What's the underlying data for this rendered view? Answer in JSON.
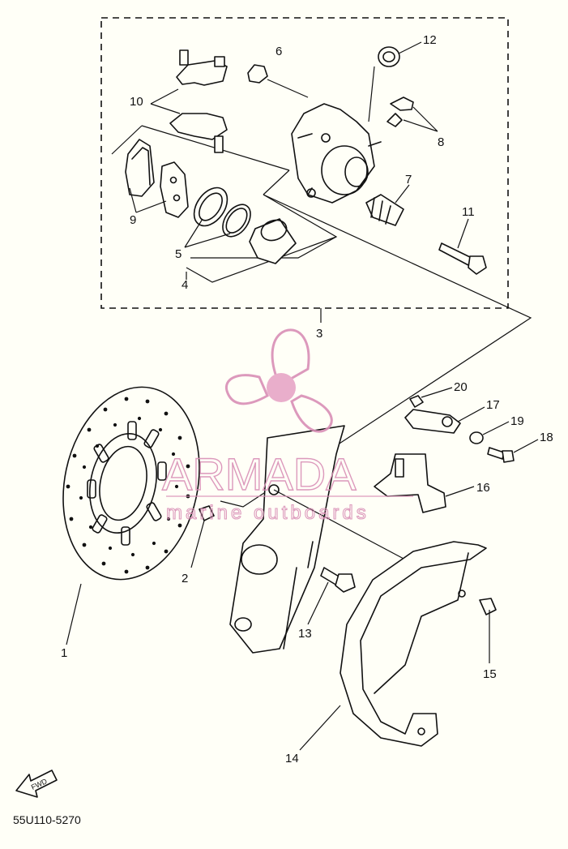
{
  "drawing_code": "55U110-5270",
  "fwd_label": "FWD",
  "watermark": {
    "brand": "ARMADA",
    "tagline": "marine outboards",
    "color": "#d98fb6"
  },
  "callouts": [
    {
      "id": "1",
      "part": "brake-disc"
    },
    {
      "id": "2",
      "part": "disc-bolt"
    },
    {
      "id": "3",
      "part": "caliper-assembly"
    },
    {
      "id": "4",
      "part": "piston-kit"
    },
    {
      "id": "5",
      "part": "piston-seals"
    },
    {
      "id": "6",
      "part": "bleed-cap"
    },
    {
      "id": "7",
      "part": "boot"
    },
    {
      "id": "8",
      "part": "bleed-screw"
    },
    {
      "id": "9",
      "part": "brake-pads"
    },
    {
      "id": "10",
      "part": "pad-spring"
    },
    {
      "id": "11",
      "part": "caliper-bolt"
    },
    {
      "id": "12",
      "part": "cap"
    },
    {
      "id": "13",
      "part": "bolt"
    },
    {
      "id": "14",
      "part": "disc-cover"
    },
    {
      "id": "15",
      "part": "screw"
    },
    {
      "id": "16",
      "part": "hose-holder"
    },
    {
      "id": "17",
      "part": "clamp"
    },
    {
      "id": "18",
      "part": "bolt"
    },
    {
      "id": "19",
      "part": "washer"
    },
    {
      "id": "20",
      "part": "nut"
    }
  ]
}
